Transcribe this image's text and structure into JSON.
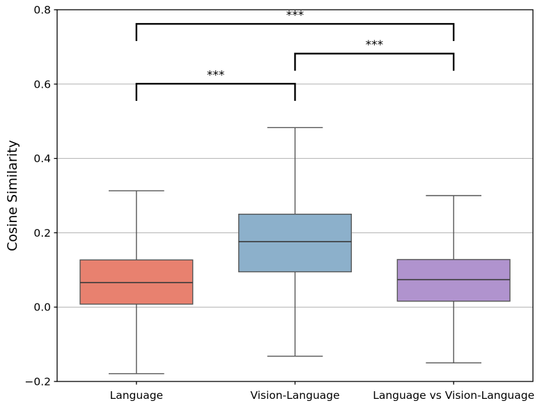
{
  "chart_data": {
    "type": "box",
    "title": "",
    "xlabel": "",
    "ylabel": "Cosine Similarity",
    "ylim": [
      -0.2,
      0.8
    ],
    "yticks": [
      -0.2,
      0.0,
      0.2,
      0.4,
      0.6,
      0.8
    ],
    "ytick_labels": [
      "−0.2",
      "0.0",
      "0.2",
      "0.4",
      "0.6",
      "0.8"
    ],
    "grid": true,
    "grid_axis": "y",
    "legend": "none",
    "categories": [
      "Language",
      "Vision-Language",
      "Language vs Vision-Language"
    ],
    "boxes": [
      {
        "label": "Language",
        "color": "#e8816f",
        "edge_color": "#555555",
        "whisker_low": -0.179,
        "q1": 0.008,
        "median": 0.066,
        "q3": 0.127,
        "whisker_high": 0.313
      },
      {
        "label": "Vision-Language",
        "color": "#8cb0cb",
        "edge_color": "#555555",
        "whisker_low": -0.132,
        "q1": 0.095,
        "median": 0.176,
        "q3": 0.25,
        "whisker_high": 0.483
      },
      {
        "label": "Language vs Vision-Language",
        "color": "#b093ce",
        "edge_color": "#555555",
        "whisker_low": -0.15,
        "q1": 0.016,
        "median": 0.074,
        "q3": 0.128,
        "whisker_high": 0.3
      }
    ],
    "annotations": [
      {
        "id": "sig-1-vs-2",
        "text": "***",
        "from": "Language",
        "to": "Vision-Language",
        "bracket_y": 0.601,
        "stem_drop": 0.046
      },
      {
        "id": "sig-2-vs-3",
        "text": "***",
        "from": "Vision-Language",
        "to": "Language vs Vision-Language",
        "bracket_y": 0.682,
        "stem_drop": 0.046
      },
      {
        "id": "sig-1-vs-3",
        "text": "***",
        "from": "Language",
        "to": "Language vs Vision-Language",
        "bracket_y": 0.762,
        "stem_drop": 0.046
      }
    ]
  }
}
